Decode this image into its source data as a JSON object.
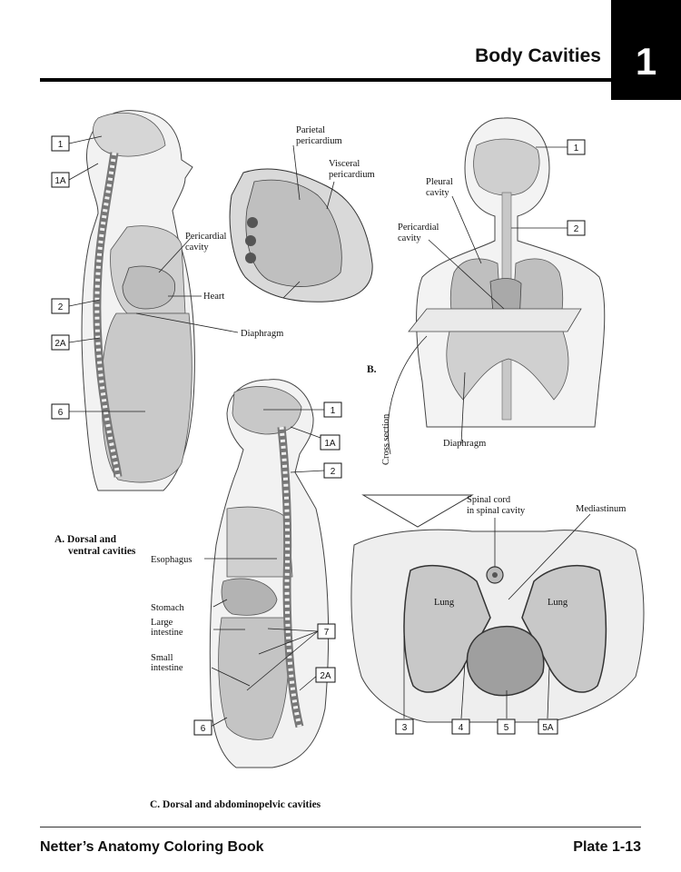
{
  "header": {
    "title": "Body Cavities",
    "chapter": "1"
  },
  "footer": {
    "book": "Netter’s Anatomy Coloring Book",
    "plate": "Plate 1-13"
  },
  "figA": {
    "caption_1": "A. Dorsal and",
    "caption_2": "ventral cavities",
    "pericardial_1": "Pericardial",
    "pericardial_2": "cavity",
    "heart": "Heart",
    "diaphragm": "Diaphragm",
    "parietal_1": "Parietal",
    "parietal_2": "pericardium",
    "visceral_1": "Visceral",
    "visceral_2": "pericardium",
    "boxes": [
      "1",
      "1A",
      "2",
      "2A",
      "6"
    ]
  },
  "figB": {
    "caption": "B.",
    "pleural_1": "Pleural",
    "pleural_2": "cavity",
    "pericardial_1": "Pericardial",
    "pericardial_2": "cavity",
    "diaphragm": "Diaphragm",
    "cross_section": "Cross section",
    "spinal_1": "Spinal cord",
    "spinal_2": "in spinal cavity",
    "mediastinum": "Mediastinum",
    "lung_left": "Lung",
    "lung_right": "Lung",
    "boxes": [
      "1",
      "2"
    ],
    "bottom_boxes": [
      "3",
      "4",
      "5",
      "5A"
    ]
  },
  "figC": {
    "caption": "C. Dorsal and abdominopelvic cavities",
    "esophagus": "Esophagus",
    "stomach": "Stomach",
    "large_1": "Large",
    "large_2": "intestine",
    "small_1": "Small",
    "small_2": "intestine",
    "boxes": [
      "1",
      "1A",
      "2",
      "7",
      "2A",
      "6"
    ]
  }
}
